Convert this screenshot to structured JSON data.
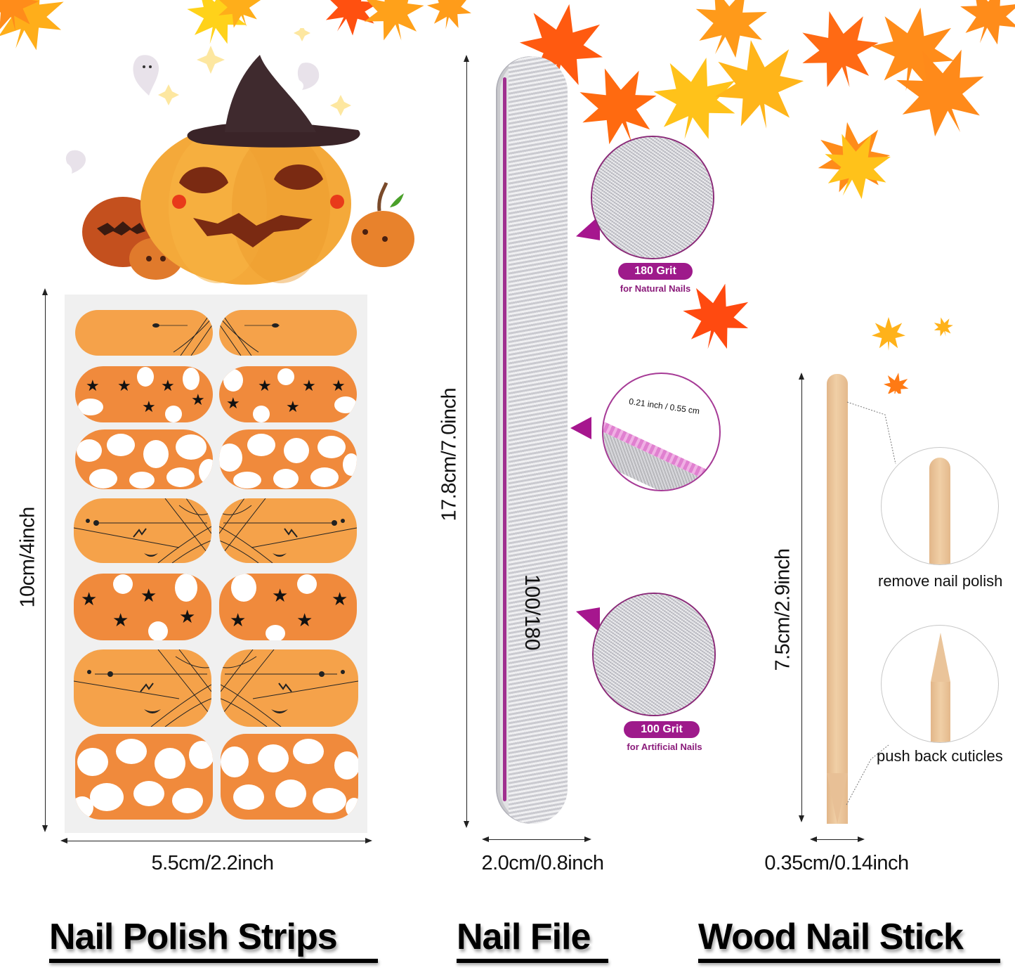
{
  "products": [
    {
      "id": "strips",
      "title": "Nail Polish Strips",
      "height_label": "10cm/4inch",
      "width_label": "5.5cm/2.2inch",
      "strip_rows": [
        {
          "design": "spider-web"
        },
        {
          "design": "stars-ghosts"
        },
        {
          "design": "ghost-pattern"
        },
        {
          "design": "web-bats-moon"
        },
        {
          "design": "stars-ghosts"
        },
        {
          "design": "web-bats-moon"
        },
        {
          "design": "ghost-pattern"
        }
      ]
    },
    {
      "id": "file",
      "title": "Nail File",
      "height_label": "17.8cm/7.0inch",
      "width_label": "2.0cm/0.8inch",
      "printed_text": "100/180",
      "callouts": [
        {
          "badge": "180 Grit",
          "caption": "for Natural Nails"
        },
        {
          "thickness": "0.21 inch / 0.55 cm"
        },
        {
          "badge": "100 Grit",
          "caption": "for Artificial Nails"
        }
      ]
    },
    {
      "id": "stick",
      "title": "Wood Nail Stick",
      "height_label": "7.5cm/2.9inch",
      "width_label": "0.35cm/0.14inch",
      "callouts": [
        {
          "caption": "remove nail polish"
        },
        {
          "caption": "push back cuticles"
        }
      ]
    }
  ],
  "colors": {
    "badge_purple": "#9e1a8b",
    "strip_orange": "#f5a24a",
    "strip_orange_dark": "#f08a3c",
    "leaf_red": "#ff5a10",
    "leaf_orange": "#ff8c1a",
    "leaf_yellow": "#ffc61a",
    "wood": "#eac49a"
  }
}
